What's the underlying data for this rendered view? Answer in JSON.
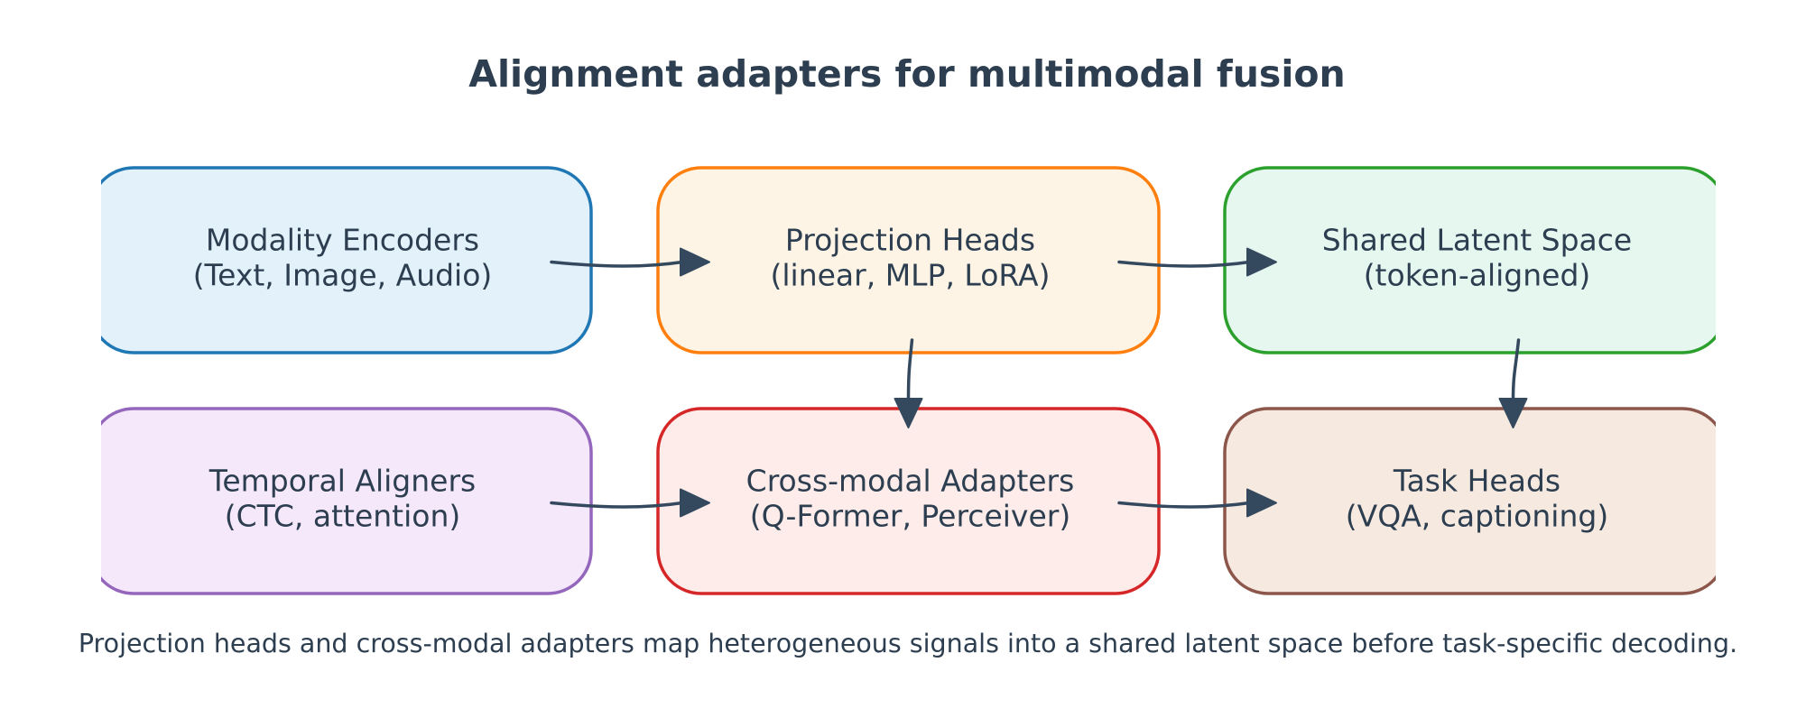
{
  "title": "Alignment adapters for multimodal fusion",
  "caption": "Projection heads and cross-modal adapters map heterogeneous signals into a shared latent space before task-specific decoding.",
  "nodes": [
    {
      "id": "modality-encoders",
      "line1": "Modality Encoders",
      "line2": "(Text, Image, Audio)",
      "fill": "#e3f1fb",
      "stroke": "#1f77b4"
    },
    {
      "id": "projection-heads",
      "line1": "Projection Heads",
      "line2": "(linear, MLP, LoRA)",
      "fill": "#fef4e6",
      "stroke": "#ff7f0e"
    },
    {
      "id": "shared-latent-space",
      "line1": "Shared Latent Space",
      "line2": "(token-aligned)",
      "fill": "#e6f7f0",
      "stroke": "#2ca02c"
    },
    {
      "id": "temporal-aligners",
      "line1": "Temporal Aligners",
      "line2": "(CTC, attention)",
      "fill": "#f4e8fa",
      "stroke": "#9467bd"
    },
    {
      "id": "cross-modal-adapters",
      "line1": "Cross-modal Adapters",
      "line2": "(Q-Former, Perceiver)",
      "fill": "#fdecea",
      "stroke": "#d62728"
    },
    {
      "id": "task-heads",
      "line1": "Task Heads",
      "line2": "(VQA, captioning)",
      "fill": "#f6e9df",
      "stroke": "#8c564b"
    }
  ],
  "edges": [
    {
      "from": "modality-encoders",
      "to": "projection-heads"
    },
    {
      "from": "projection-heads",
      "to": "shared-latent-space"
    },
    {
      "from": "projection-heads",
      "to": "cross-modal-adapters"
    },
    {
      "from": "shared-latent-space",
      "to": "task-heads"
    },
    {
      "from": "temporal-aligners",
      "to": "cross-modal-adapters"
    },
    {
      "from": "cross-modal-adapters",
      "to": "task-heads"
    }
  ],
  "edge_color": "#34495e"
}
